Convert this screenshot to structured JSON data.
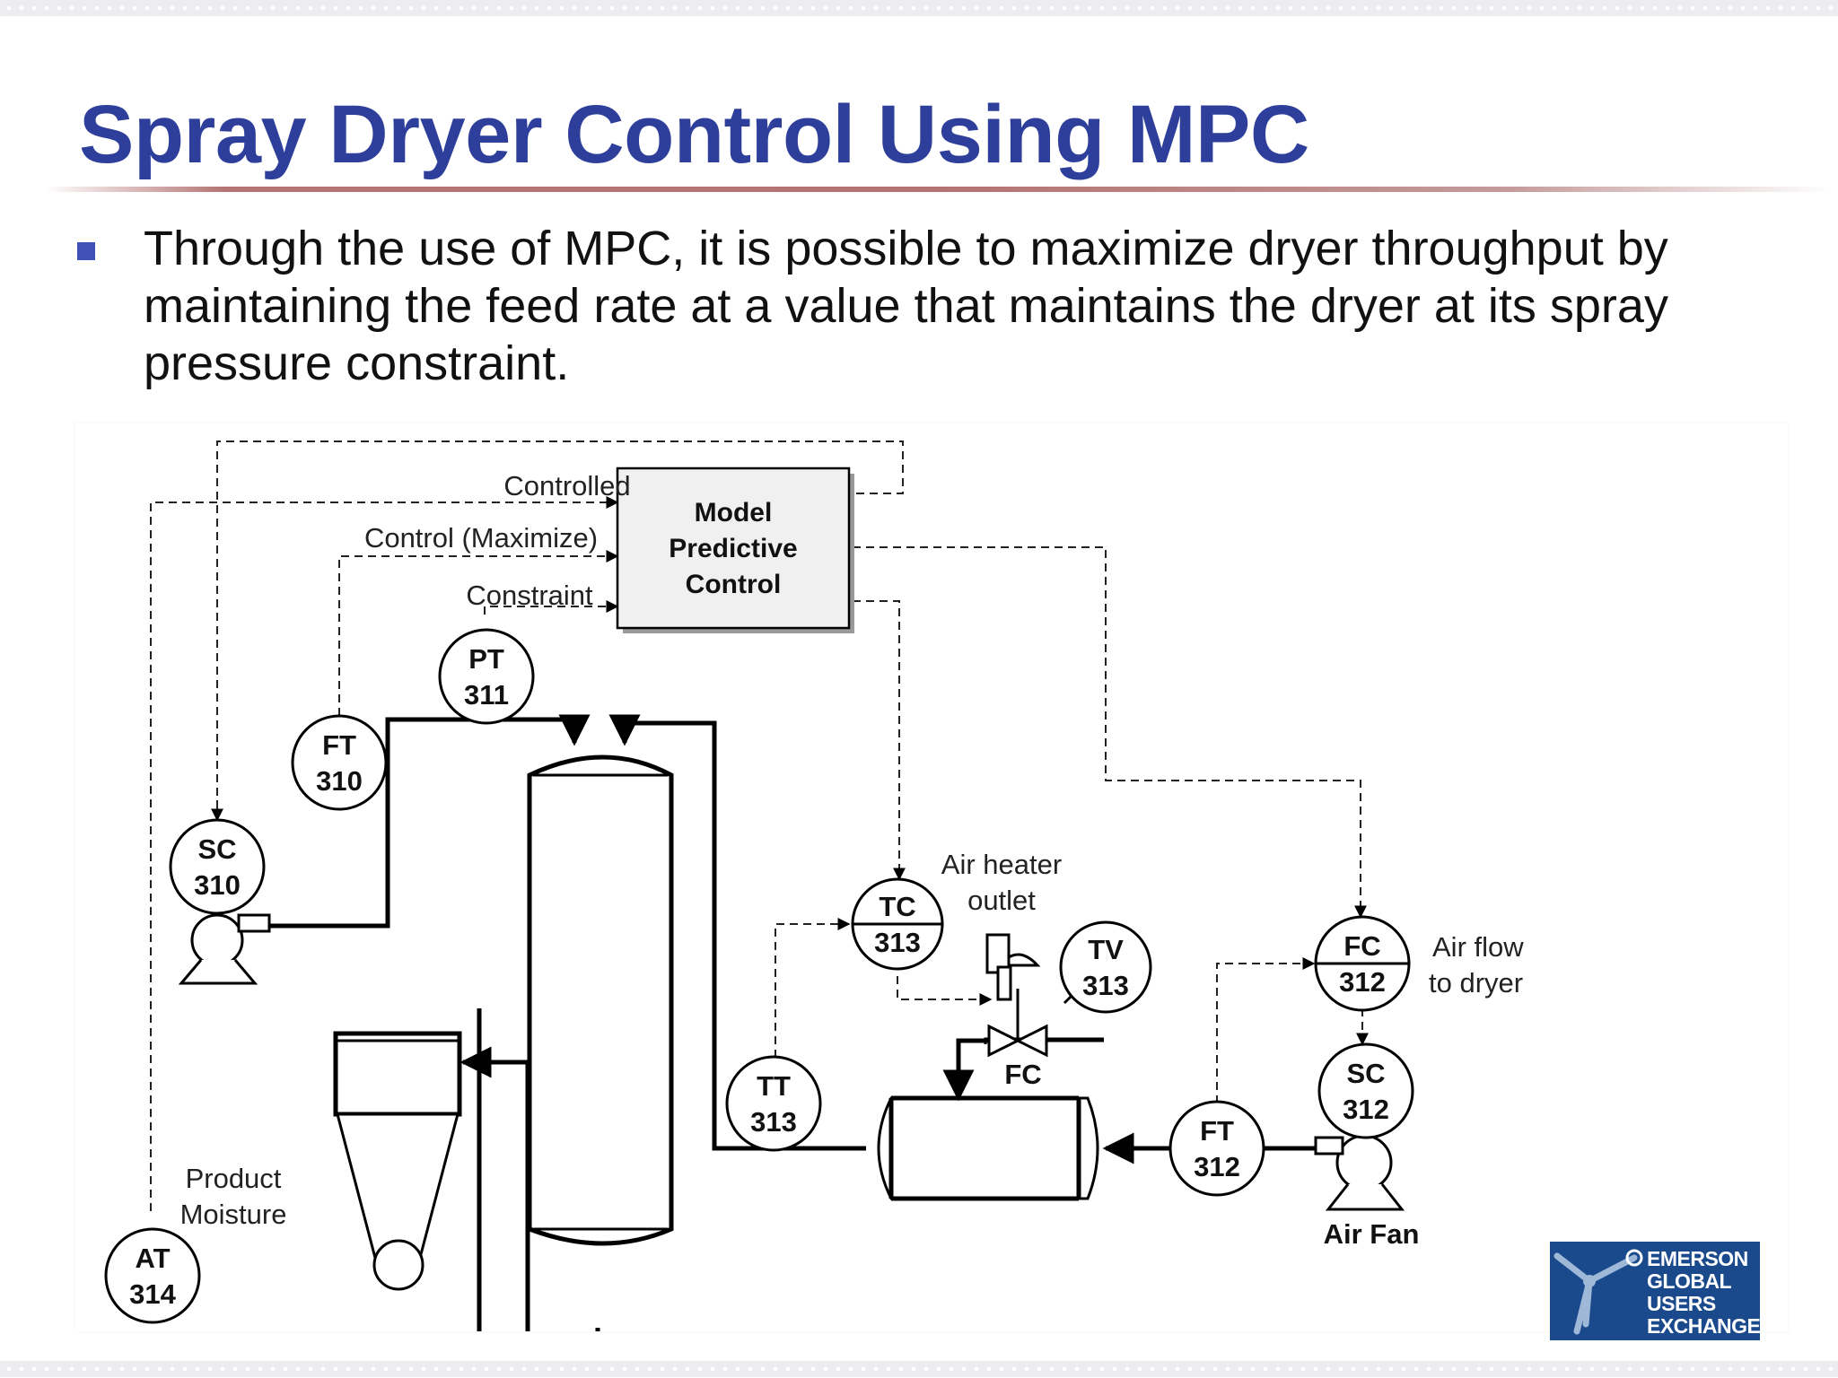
{
  "slide": {
    "title": "Spray Dryer Control Using MPC",
    "bullet": "Through the use of MPC, it is possible to maximize dryer throughput by maintaining the feed rate at a value that maintains the dryer at its spray pressure constraint."
  },
  "diagram": {
    "mpc_block": [
      "Model",
      "Predictive",
      "Control"
    ],
    "signal_labels": {
      "controlled": "Controlled",
      "control_maximize": "Control (Maximize)",
      "constraint": "Constraint"
    },
    "instruments": {
      "pt311": [
        "PT",
        "311"
      ],
      "ft310": [
        "FT",
        "310"
      ],
      "sc310": [
        "SC",
        "310"
      ],
      "tc313": [
        "TC",
        "313"
      ],
      "tv313": [
        "TV",
        "313"
      ],
      "tt313": [
        "TT",
        "313"
      ],
      "fc312": [
        "FC",
        "312"
      ],
      "sc312": [
        "SC",
        "312"
      ],
      "ft312": [
        "FT",
        "312"
      ],
      "at314": [
        "AT",
        "314"
      ]
    },
    "labels": {
      "air_heater_outlet": [
        "Air heater",
        "outlet"
      ],
      "air_flow_to_dryer": [
        "Air flow",
        "to dryer"
      ],
      "valve_fail_mode": "FC",
      "product_moisture": [
        "Product",
        "Moisture"
      ],
      "air_fan": "Air Fan"
    }
  },
  "logo": {
    "lines": [
      "EMERSON",
      "GLOBAL",
      "USERS",
      "EXCHANGE"
    ]
  },
  "colors": {
    "title": "#2e3f9b",
    "bullet": "#3f51b5",
    "divider": "#b57575",
    "logo_bg": "#1a4a8c"
  }
}
